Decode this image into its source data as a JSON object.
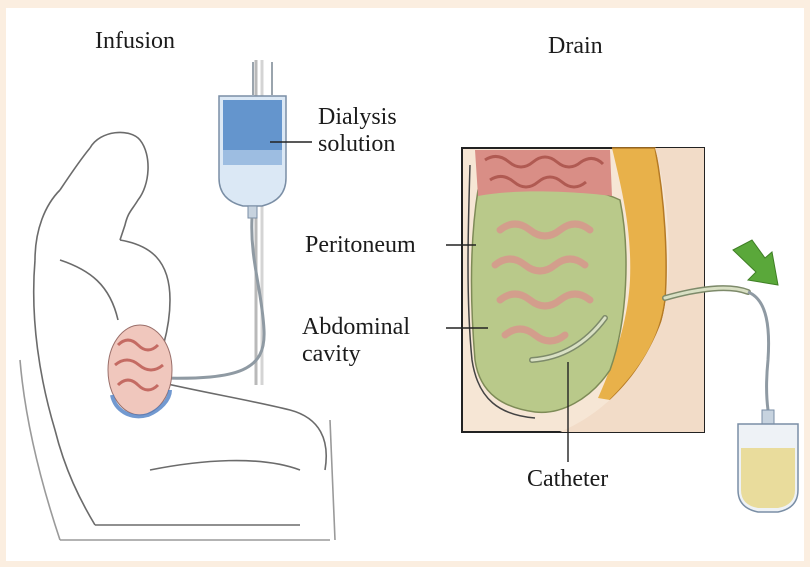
{
  "panels": {
    "infusion_title": "Infusion",
    "drain_title": "Drain"
  },
  "labels": {
    "dialysis_solution": [
      "Dialysis",
      "solution"
    ],
    "peritoneum": "Peritoneum",
    "abdominal_cavity": [
      "Abdominal",
      "cavity"
    ],
    "catheter": "Catheter"
  },
  "colors": {
    "background": "#fbeee0",
    "solution_blue": "#4f86c6",
    "bag_blue": "#cfe0f2",
    "intestine_pink": "#d98e86",
    "cavity_green": "#b9c98a",
    "wall_orange": "#e8b14a",
    "arrow_green": "#5aa83a",
    "drain_fluid": "#e9dc9c"
  }
}
